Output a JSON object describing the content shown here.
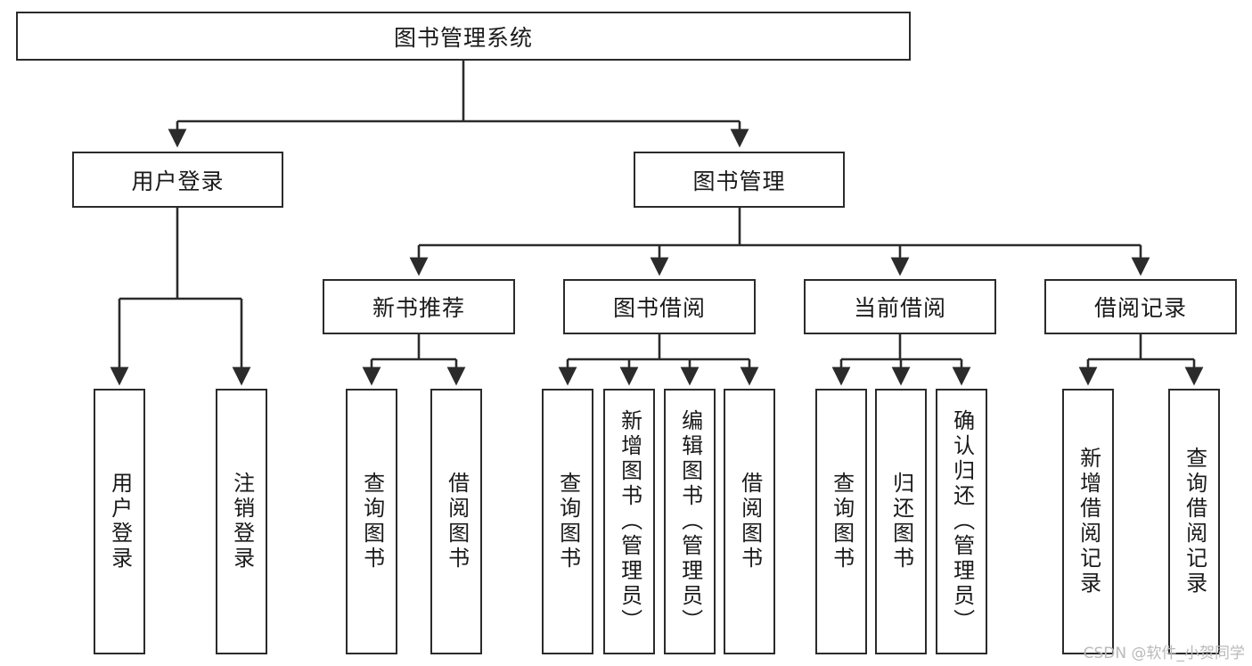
{
  "diagram": {
    "title": "图书管理系统",
    "watermark": "CSDN @软件_小贺同学",
    "colors": {
      "stroke": "#2b2b2b",
      "background": "#ffffff",
      "text": "#1a1a1a",
      "watermark": "#b9b9b9"
    },
    "root": {
      "label": "图书管理系统"
    },
    "level2": [
      {
        "label": "用户登录"
      },
      {
        "label": "图书管理"
      }
    ],
    "level3": [
      {
        "label": "新书推荐"
      },
      {
        "label": "图书借阅"
      },
      {
        "label": "当前借阅"
      },
      {
        "label": "借阅记录"
      }
    ],
    "leaves": {
      "user_login": [
        {
          "label": "用户登录"
        },
        {
          "label": "注销登录"
        }
      ],
      "new_book": [
        {
          "label": "查询图书"
        },
        {
          "label": "借阅图书"
        }
      ],
      "book_borrow": [
        {
          "label": "查询图书"
        },
        {
          "label": "新增图书（管理员）"
        },
        {
          "label": "编辑图书（管理员）"
        },
        {
          "label": "借阅图书"
        }
      ],
      "current_borrow": [
        {
          "label": "查询图书"
        },
        {
          "label": "归还图书"
        },
        {
          "label": "确认归还（管理员）"
        }
      ],
      "borrow_record": [
        {
          "label": "新增借阅记录"
        },
        {
          "label": "查询借阅记录"
        }
      ]
    }
  }
}
